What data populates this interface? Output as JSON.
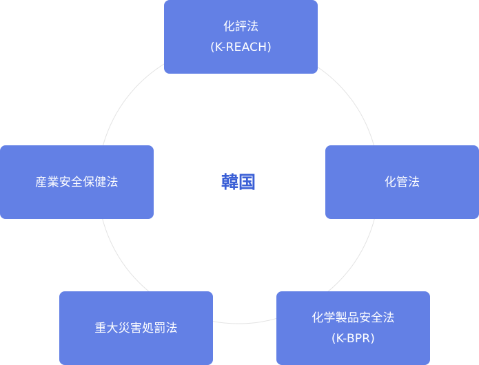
{
  "center": {
    "label": "韓国"
  },
  "nodes": {
    "top": {
      "line1": "化評法",
      "line2": "(K-REACH)"
    },
    "right": {
      "line1": "化管法"
    },
    "left": {
      "line1": "産業安全保健法"
    },
    "bottom_left": {
      "line1": "重大災害処罰法"
    },
    "bottom_right": {
      "line1": "化学製品安全法",
      "line2": "(K-BPR)"
    }
  },
  "colors": {
    "node_fill": "#6380e5",
    "node_text": "#ffffff",
    "center_text": "#3a5fd6",
    "ring_stroke": "#e3e3e3"
  }
}
